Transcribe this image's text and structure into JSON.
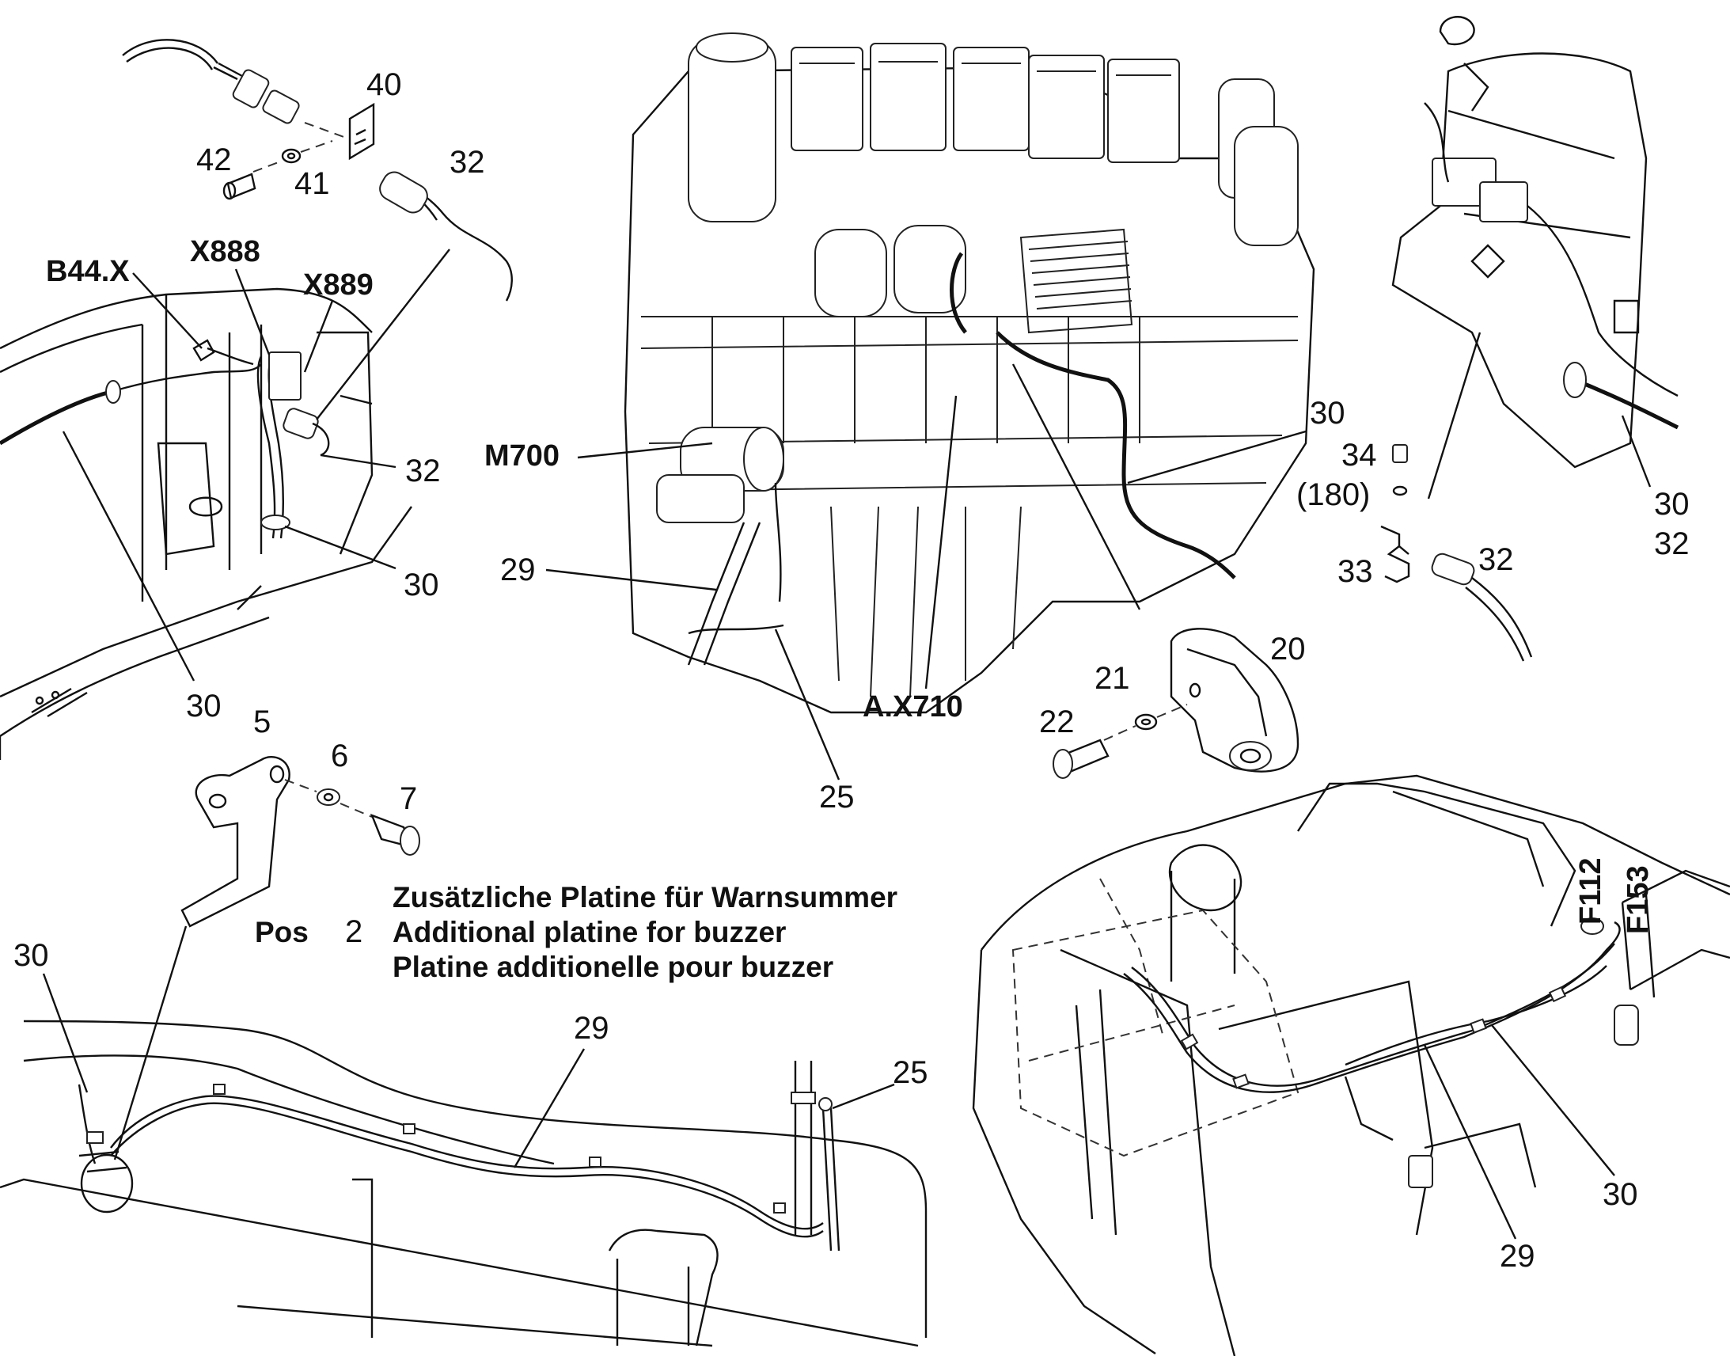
{
  "labels": {
    "p40": "40",
    "p42": "42",
    "p41": "41",
    "p32a": "32",
    "b44x": "B44.X",
    "x888": "X888",
    "x889": "X889",
    "p32b": "32",
    "p30a": "30",
    "p30b": "30",
    "p5": "5",
    "p6": "6",
    "p7": "7",
    "m700": "M700",
    "p29a": "29",
    "ax710": "A.X710",
    "p25a": "25",
    "p21": "21",
    "p20": "20",
    "p22": "22",
    "p30c": "30",
    "p34": "34",
    "p180": "(180)",
    "p33": "33",
    "p32c": "32",
    "p30d": "30",
    "p32d": "32",
    "p30e": "30",
    "p29b": "29",
    "p25b": "25",
    "f112": "F112",
    "f153": "F153",
    "p30f": "30",
    "p29c": "29"
  },
  "note": {
    "pos_label": "Pos",
    "pos_number": "2",
    "line_de": "Zusätzliche Platine für Warnsummer",
    "line_en": "Additional platine for buzzer",
    "line_fr": "Platine additionelle pour buzzer"
  }
}
